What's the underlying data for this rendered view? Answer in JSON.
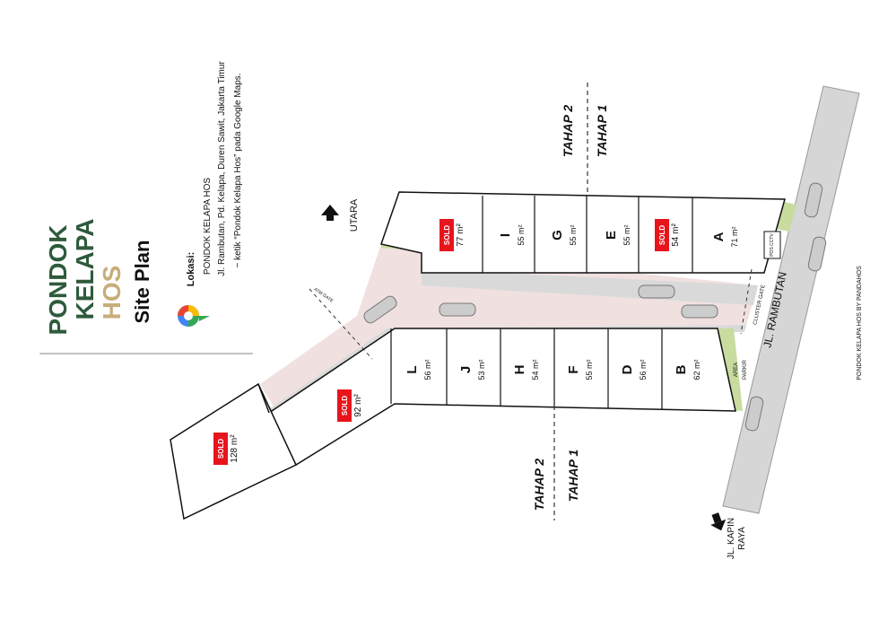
{
  "brand": {
    "line1": "PONDOK",
    "line2": "KELAPA",
    "line3": "HOS",
    "subtitle": "Site Plan",
    "green": "#2e5a3c",
    "gold": "#c8ad7a"
  },
  "location": {
    "heading": "Lokasi:",
    "name": "PONDOK KELAPA HOS",
    "address": "Jl. Rambutan, Pd. Kelapa, Duren Sawit, Jakarta Timur",
    "hint": "~ ketik “Pondok Kelapa Hos” pada Google Maps.",
    "icon": "google-maps-pin-icon"
  },
  "compass": {
    "label": "UTARA"
  },
  "phase_labels": {
    "phase2": "TAHAP 2",
    "phase1": "TAHAP 1"
  },
  "roads": {
    "main": "JL. RAMBUTAN",
    "exit": "JL. KAPIN RAYA",
    "cluster_gate": "CLUSTER GATE",
    "gate_small": "ATM GATE",
    "cctv": "POS CCTV",
    "parking": "AREA PARKIR"
  },
  "credit": "PONDOK KELAPA HOS BY PANDAHOS",
  "sold_label": "SOLD",
  "sold_color": "#e8141c",
  "lots": [
    {
      "id": "A",
      "area": "71 m²",
      "sold": false
    },
    {
      "id": "SOLD54",
      "area": "54 m²",
      "sold": true
    },
    {
      "id": "E",
      "area": "55 m²",
      "sold": false
    },
    {
      "id": "G",
      "area": "55 m²",
      "sold": false
    },
    {
      "id": "I",
      "area": "55 m²",
      "sold": false
    },
    {
      "id": "SOLD77",
      "area": "77 m²",
      "sold": true
    },
    {
      "id": "B",
      "area": "62 m²",
      "sold": false
    },
    {
      "id": "D",
      "area": "56 m²",
      "sold": false
    },
    {
      "id": "F",
      "area": "55 m²",
      "sold": false
    },
    {
      "id": "H",
      "area": "54 m²",
      "sold": false
    },
    {
      "id": "J",
      "area": "53 m²",
      "sold": false
    },
    {
      "id": "L",
      "area": "56 m²",
      "sold": false
    },
    {
      "id": "SOLD92",
      "area": "92 m²",
      "sold": true
    },
    {
      "id": "SOLD128",
      "area": "128 m²",
      "sold": true
    }
  ]
}
